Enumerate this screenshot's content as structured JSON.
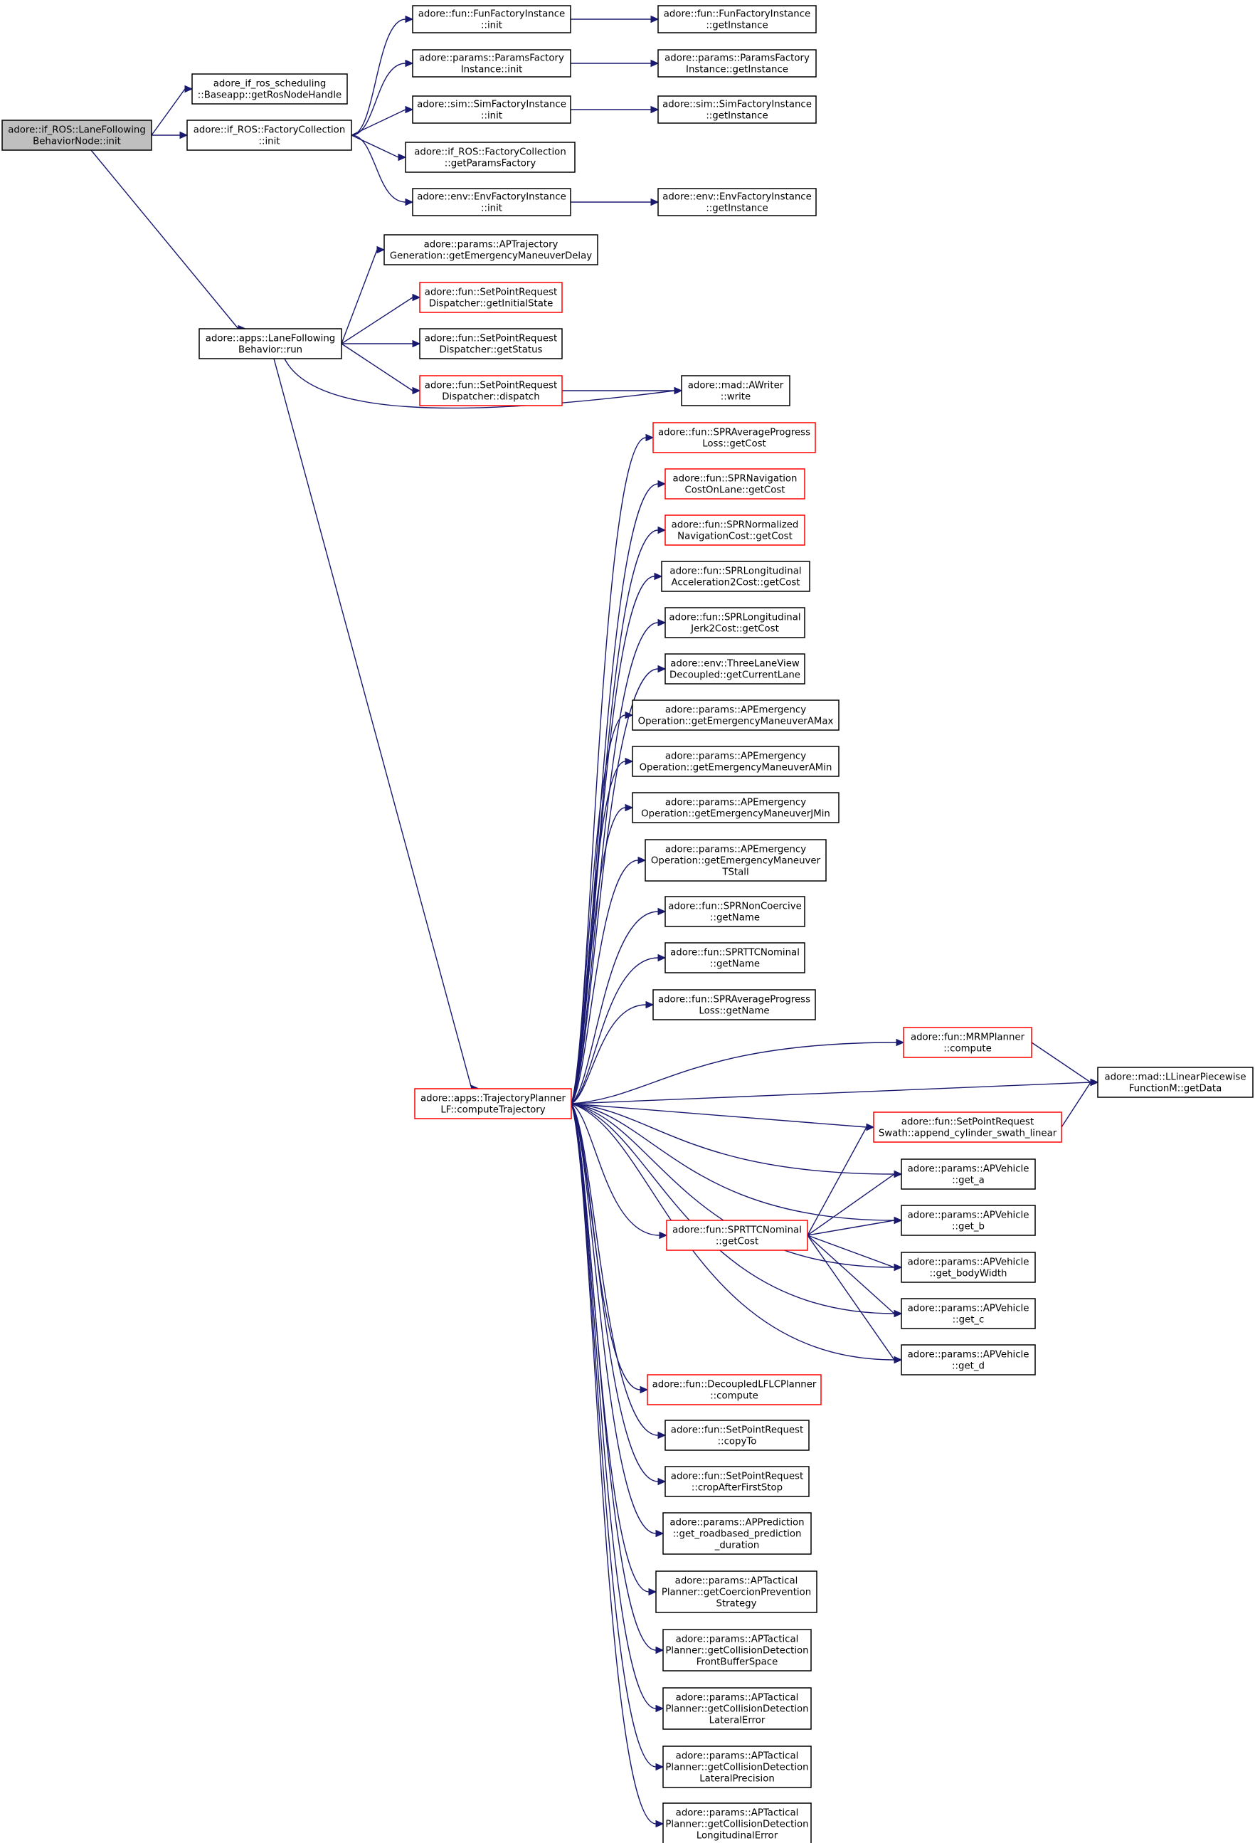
{
  "diagram": {
    "type": "call-graph",
    "edge_color": "#191970",
    "root_fill": "#bfbfbf",
    "truncated_node_border": "#ff0000",
    "nodes": [
      {
        "id": "root",
        "lines": [
          "adore::if_ROS::LaneFollowing",
          "BehaviorNode::init"
        ],
        "style": "gray"
      },
      {
        "id": "getRosNodeHandle",
        "lines": [
          "adore_if_ros_scheduling",
          "::Baseapp::getRosNodeHandle"
        ],
        "style": "normal"
      },
      {
        "id": "fcInit",
        "lines": [
          "adore::if_ROS::FactoryCollection",
          "::init"
        ],
        "style": "normal"
      },
      {
        "id": "funInit",
        "lines": [
          "adore::fun::FunFactoryInstance",
          "::init"
        ],
        "style": "normal"
      },
      {
        "id": "funGet",
        "lines": [
          "adore::fun::FunFactoryInstance",
          "::getInstance"
        ],
        "style": "normal"
      },
      {
        "id": "paramsInit",
        "lines": [
          "adore::params::ParamsFactory",
          "Instance::init"
        ],
        "style": "normal"
      },
      {
        "id": "paramsGet",
        "lines": [
          "adore::params::ParamsFactory",
          "Instance::getInstance"
        ],
        "style": "normal"
      },
      {
        "id": "simInit",
        "lines": [
          "adore::sim::SimFactoryInstance",
          "::init"
        ],
        "style": "normal"
      },
      {
        "id": "simGet",
        "lines": [
          "adore::sim::SimFactoryInstance",
          "::getInstance"
        ],
        "style": "normal"
      },
      {
        "id": "getParamsFactory",
        "lines": [
          "adore::if_ROS::FactoryCollection",
          "::getParamsFactory"
        ],
        "style": "normal"
      },
      {
        "id": "envInit",
        "lines": [
          "adore::env::EnvFactoryInstance",
          "::init"
        ],
        "style": "normal"
      },
      {
        "id": "envGet",
        "lines": [
          "adore::env::EnvFactoryInstance",
          "::getInstance"
        ],
        "style": "normal"
      },
      {
        "id": "run",
        "lines": [
          "adore::apps::LaneFollowing",
          "Behavior::run"
        ],
        "style": "normal"
      },
      {
        "id": "emergencyDelay",
        "lines": [
          "adore::params::APTrajectory",
          "Generation::getEmergencyManeuverDelay"
        ],
        "style": "normal"
      },
      {
        "id": "getInitialState",
        "lines": [
          "adore::fun::SetPointRequest",
          "Dispatcher::getInitialState"
        ],
        "style": "red"
      },
      {
        "id": "getStatus",
        "lines": [
          "adore::fun::SetPointRequest",
          "Dispatcher::getStatus"
        ],
        "style": "normal"
      },
      {
        "id": "dispatch",
        "lines": [
          "adore::fun::SetPointRequest",
          "Dispatcher::dispatch"
        ],
        "style": "red"
      },
      {
        "id": "awriter",
        "lines": [
          "adore::mad::AWriter",
          "::write"
        ],
        "style": "normal"
      },
      {
        "id": "avgProgCost",
        "lines": [
          "adore::fun::SPRAverageProgress",
          "Loss::getCost"
        ],
        "style": "red"
      },
      {
        "id": "navCostOnLane",
        "lines": [
          "adore::fun::SPRNavigation",
          "CostOnLane::getCost"
        ],
        "style": "red"
      },
      {
        "id": "normNavCost",
        "lines": [
          "adore::fun::SPRNormalized",
          "NavigationCost::getCost"
        ],
        "style": "red"
      },
      {
        "id": "longAcc",
        "lines": [
          "adore::fun::SPRLongitudinal",
          "Acceleration2Cost::getCost"
        ],
        "style": "normal"
      },
      {
        "id": "longJerk",
        "lines": [
          "adore::fun::SPRLongitudinal",
          "Jerk2Cost::getCost"
        ],
        "style": "normal"
      },
      {
        "id": "threeLane",
        "lines": [
          "adore::env::ThreeLaneView",
          "Decoupled::getCurrentLane"
        ],
        "style": "normal"
      },
      {
        "id": "emAMax",
        "lines": [
          "adore::params::APEmergency",
          "Operation::getEmergencyManeuverAMax"
        ],
        "style": "normal"
      },
      {
        "id": "emAMin",
        "lines": [
          "adore::params::APEmergency",
          "Operation::getEmergencyManeuverAMin"
        ],
        "style": "normal"
      },
      {
        "id": "emJMin",
        "lines": [
          "adore::params::APEmergency",
          "Operation::getEmergencyManeuverJMin"
        ],
        "style": "normal"
      },
      {
        "id": "emTStall",
        "lines": [
          "adore::params::APEmergency",
          "Operation::getEmergencyManeuver",
          "TStall"
        ],
        "style": "normal"
      },
      {
        "id": "nonCoerciveName",
        "lines": [
          "adore::fun::SPRNonCoercive",
          "::getName"
        ],
        "style": "normal"
      },
      {
        "id": "ttcName",
        "lines": [
          "adore::fun::SPRTTCNominal",
          "::getName"
        ],
        "style": "normal"
      },
      {
        "id": "avgProgName",
        "lines": [
          "adore::fun::SPRAverageProgress",
          "Loss::getName"
        ],
        "style": "normal"
      },
      {
        "id": "mrm",
        "lines": [
          "adore::fun::MRMPlanner",
          "::compute"
        ],
        "style": "red"
      },
      {
        "id": "llinear",
        "lines": [
          "adore::mad::LLinearPiecewise",
          "FunctionM::getData"
        ],
        "style": "normal"
      },
      {
        "id": "computeTraj",
        "lines": [
          "adore::apps::TrajectoryPlanner",
          "LF::computeTrajectory"
        ],
        "style": "red"
      },
      {
        "id": "swath",
        "lines": [
          "adore::fun::SetPointRequest",
          "Swath::append_cylinder_swath_linear"
        ],
        "style": "red"
      },
      {
        "id": "getA",
        "lines": [
          "adore::params::APVehicle",
          "::get_a"
        ],
        "style": "normal"
      },
      {
        "id": "getB",
        "lines": [
          "adore::params::APVehicle",
          "::get_b"
        ],
        "style": "normal"
      },
      {
        "id": "ttcCost",
        "lines": [
          "adore::fun::SPRTTCNominal",
          "::getCost"
        ],
        "style": "red"
      },
      {
        "id": "bodyWidth",
        "lines": [
          "adore::params::APVehicle",
          "::get_bodyWidth"
        ],
        "style": "normal"
      },
      {
        "id": "getC",
        "lines": [
          "adore::params::APVehicle",
          "::get_c"
        ],
        "style": "normal"
      },
      {
        "id": "getD",
        "lines": [
          "adore::params::APVehicle",
          "::get_d"
        ],
        "style": "normal"
      },
      {
        "id": "decoupled",
        "lines": [
          "adore::fun::DecoupledLFLCPlanner",
          "::compute"
        ],
        "style": "red"
      },
      {
        "id": "copyTo",
        "lines": [
          "adore::fun::SetPointRequest",
          "::copyTo"
        ],
        "style": "normal"
      },
      {
        "id": "cropAfter",
        "lines": [
          "adore::fun::SetPointRequest",
          "::cropAfterFirstStop"
        ],
        "style": "normal"
      },
      {
        "id": "prediction",
        "lines": [
          "adore::params::APPrediction",
          "::get_roadbased_prediction",
          "_duration"
        ],
        "style": "normal"
      },
      {
        "id": "coercion",
        "lines": [
          "adore::params::APTactical",
          "Planner::getCoercionPrevention",
          "Strategy"
        ],
        "style": "normal"
      },
      {
        "id": "frontBuffer",
        "lines": [
          "adore::params::APTactical",
          "Planner::getCollisionDetection",
          "FrontBufferSpace"
        ],
        "style": "normal"
      },
      {
        "id": "latError",
        "lines": [
          "adore::params::APTactical",
          "Planner::getCollisionDetection",
          "LateralError"
        ],
        "style": "normal"
      },
      {
        "id": "latPrecision",
        "lines": [
          "adore::params::APTactical",
          "Planner::getCollisionDetection",
          "LateralPrecision"
        ],
        "style": "normal"
      },
      {
        "id": "longError",
        "lines": [
          "adore::params::APTactical",
          "Planner::getCollisionDetection",
          "LongitudinalError"
        ],
        "style": "normal"
      }
    ],
    "edges": [
      [
        "root",
        "getRosNodeHandle"
      ],
      [
        "root",
        "fcInit"
      ],
      [
        "root",
        "run"
      ],
      [
        "fcInit",
        "funInit"
      ],
      [
        "fcInit",
        "paramsInit"
      ],
      [
        "fcInit",
        "simInit"
      ],
      [
        "fcInit",
        "getParamsFactory"
      ],
      [
        "fcInit",
        "envInit"
      ],
      [
        "funInit",
        "funGet"
      ],
      [
        "paramsInit",
        "paramsGet"
      ],
      [
        "simInit",
        "simGet"
      ],
      [
        "envInit",
        "envGet"
      ],
      [
        "run",
        "emergencyDelay"
      ],
      [
        "run",
        "getInitialState"
      ],
      [
        "run",
        "getStatus"
      ],
      [
        "run",
        "dispatch"
      ],
      [
        "run",
        "awriter"
      ],
      [
        "run",
        "computeTraj"
      ],
      [
        "dispatch",
        "awriter"
      ],
      [
        "computeTraj",
        "avgProgCost"
      ],
      [
        "computeTraj",
        "navCostOnLane"
      ],
      [
        "computeTraj",
        "normNavCost"
      ],
      [
        "computeTraj",
        "longAcc"
      ],
      [
        "computeTraj",
        "longJerk"
      ],
      [
        "computeTraj",
        "threeLane"
      ],
      [
        "computeTraj",
        "emAMax"
      ],
      [
        "computeTraj",
        "emAMin"
      ],
      [
        "computeTraj",
        "emJMin"
      ],
      [
        "computeTraj",
        "emTStall"
      ],
      [
        "computeTraj",
        "nonCoerciveName"
      ],
      [
        "computeTraj",
        "ttcName"
      ],
      [
        "computeTraj",
        "avgProgName"
      ],
      [
        "computeTraj",
        "mrm"
      ],
      [
        "computeTraj",
        "llinear"
      ],
      [
        "computeTraj",
        "swath"
      ],
      [
        "computeTraj",
        "getA"
      ],
      [
        "computeTraj",
        "getB"
      ],
      [
        "computeTraj",
        "ttcCost"
      ],
      [
        "computeTraj",
        "bodyWidth"
      ],
      [
        "computeTraj",
        "getC"
      ],
      [
        "computeTraj",
        "getD"
      ],
      [
        "computeTraj",
        "decoupled"
      ],
      [
        "computeTraj",
        "copyTo"
      ],
      [
        "computeTraj",
        "cropAfter"
      ],
      [
        "computeTraj",
        "prediction"
      ],
      [
        "computeTraj",
        "coercion"
      ],
      [
        "computeTraj",
        "frontBuffer"
      ],
      [
        "computeTraj",
        "latError"
      ],
      [
        "computeTraj",
        "latPrecision"
      ],
      [
        "computeTraj",
        "longError"
      ],
      [
        "mrm",
        "llinear"
      ],
      [
        "swath",
        "llinear"
      ],
      [
        "ttcCost",
        "swath"
      ],
      [
        "ttcCost",
        "getA"
      ],
      [
        "ttcCost",
        "getB"
      ],
      [
        "ttcCost",
        "bodyWidth"
      ],
      [
        "ttcCost",
        "getC"
      ],
      [
        "ttcCost",
        "getD"
      ]
    ]
  }
}
